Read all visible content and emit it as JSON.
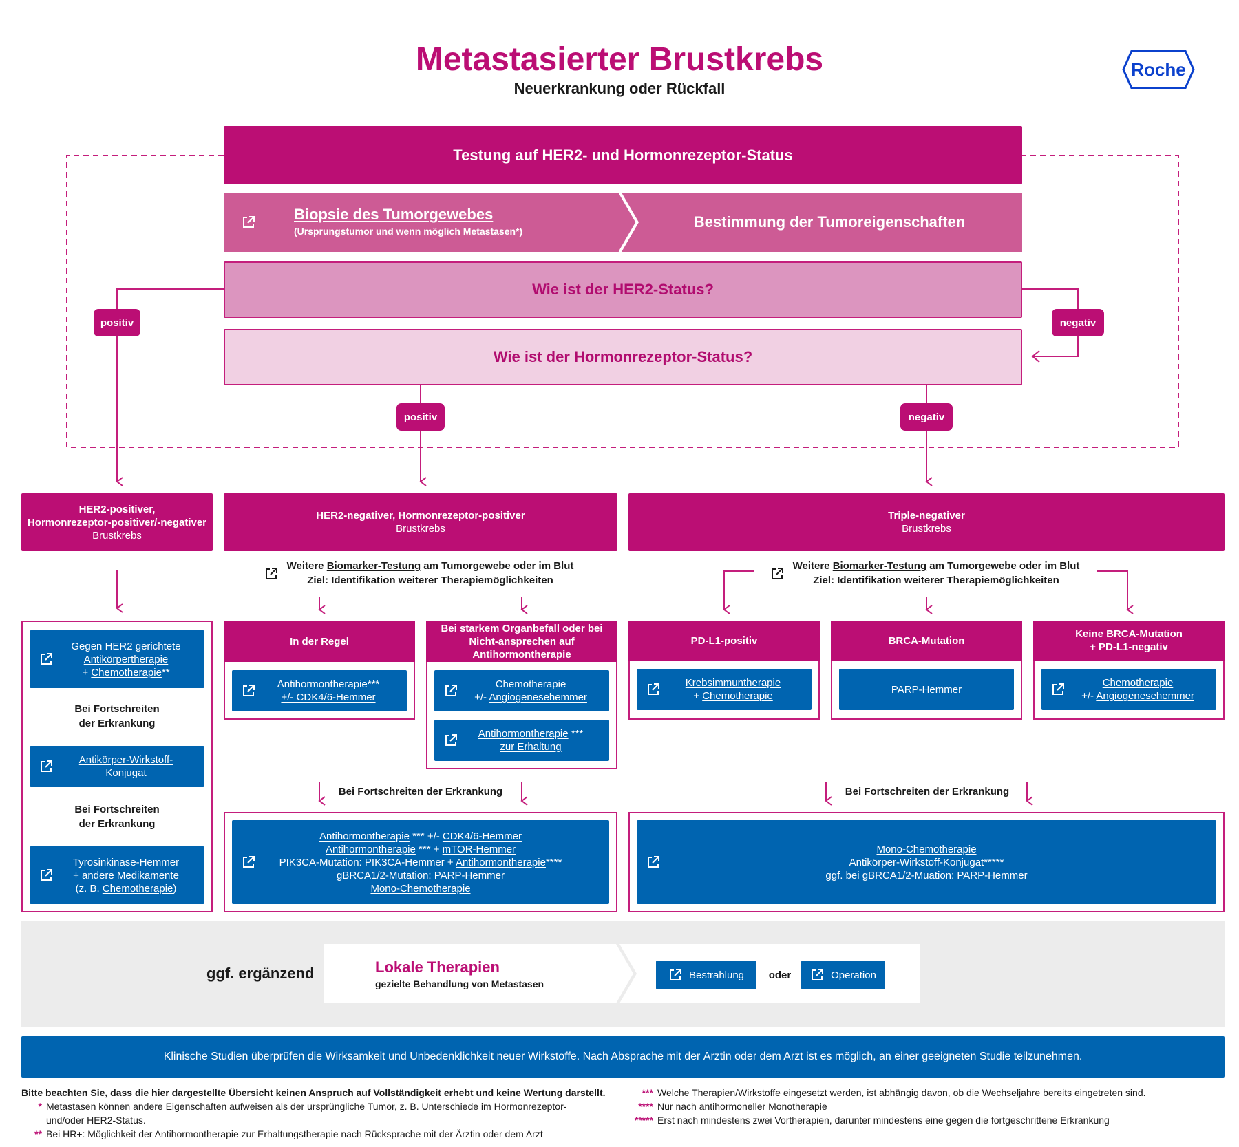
{
  "header": {
    "title": "Metastasierter Brustkrebs",
    "subtitle": "Neuerkrankung oder Rückfall",
    "logo": "Roche"
  },
  "colors": {
    "magenta": "#bb0e74",
    "blue": "#0064b0"
  },
  "testing": {
    "title": "Testung auf HER2- und Hormonrezeptor-Status",
    "biopsy_label": "Biopsie des Tumorgewebes",
    "biopsy_note": "(Ursprungstumor und wenn möglich Metastasen*)",
    "determination": "Bestimmung der Tumoreigenschaften",
    "her2_question": "Wie ist der HER2-Status?",
    "hr_question": "Wie ist der Hormonrezeptor-Status?",
    "positiv": "positiv",
    "negativ": "negativ"
  },
  "columns": {
    "her2pos": {
      "title": "HER2-positiver,",
      "title2": "Hormonrezeptor-positiver/-negativer",
      "sub": "Brustkrebs"
    },
    "hrpos": {
      "title": "HER2-negativer, Hormonrezeptor-positiver",
      "sub": "Brustkrebs"
    },
    "tnbc": {
      "title": "Triple-negativer",
      "sub": "Brustkrebs"
    }
  },
  "biomarker": {
    "pre": "Weitere",
    "link": "Biomarker-Testung",
    "post": "am Tumorgewebe oder im Blut",
    "goal": "Ziel: Identifikation weiterer Therapiemöglichkeiten"
  },
  "her2_path": {
    "t1_line1": "Gegen HER2 gerichtete",
    "t1_link": "Antikörpertherapie",
    "t1_plus": "+",
    "t1_link2": "Chemotherapie",
    "t1_stars": "**",
    "progress1": "Bei Fortschreiten",
    "progress2": "der Erkrankung",
    "t2_link": "Antikörper-Wirkstoff-",
    "t2_link2": "Konjugat",
    "t3_line1": "Tyrosinkinase-Hemmer",
    "t3_line2": "+ andere Medikamente",
    "t3_pre": "(z. B.",
    "t3_link": "Chemotherapie",
    "t3_post": ")"
  },
  "hr_path": {
    "regel_title": "In der Regel",
    "regel_link": "Antihormontherapie",
    "regel_stars": "***",
    "regel_link2": "+/- CDK4/6-Hemmer",
    "organ_title": "Bei starkem Organbefall oder bei Nicht-ansprechen auf Antihormontherapie",
    "organ_link": "Chemotherapie",
    "organ_pre": "+/-",
    "organ_link2": "Angiogenesehemmer",
    "erhalt_link": "Antihormontherapie",
    "erhalt_stars": "***",
    "erhalt_link2": "zur Erhaltung",
    "progress": "Bei Fortschreiten der Erkrankung",
    "l1a": "Antihormontherapie",
    "l1b": "***",
    "l1c": "+/-",
    "l1d": "CDK4/6-Hemmer",
    "l2a": "Antihormontherapie",
    "l2b": "*** +",
    "l2c": "mTOR-Hemmer",
    "l3a": "PIK3CA-Mutation: PIK3CA-Hemmer +",
    "l3b": "Antihormontherapie",
    "l3c": "****",
    "l4": "gBRCA1/2-Mutation: PARP-Hemmer",
    "l5": "Mono-Chemotherapie"
  },
  "tnbc_path": {
    "pdl1_title": "PD-L1-positiv",
    "pdl1_link": "Krebsimmuntherapie",
    "pdl1_plus": "+",
    "pdl1_link2": "Chemotherapie",
    "brca_title": "BRCA-Mutation",
    "brca_therapy": "PARP-Hemmer",
    "nobrca_title": "Keine BRCA-Mutation",
    "nobrca_title2": "+ PD-L1-negativ",
    "nobrca_link": "Chemotherapie",
    "nobrca_pre": "+/-",
    "nobrca_link2": "Angiogenesehemmer",
    "progress": "Bei Fortschreiten der Erkrankung",
    "l1": "Mono-Chemotherapie",
    "l2": "Antikörper-Wirkstoff-Konjugat*****",
    "l3": "ggf. bei gBRCA1/2-Muation: PARP-Hemmer"
  },
  "local": {
    "label": "ggf. ergänzend",
    "title": "Lokale Therapien",
    "subtitle": "gezielte Behandlung von Metastasen",
    "radiation": "Bestrahlung",
    "or": "oder",
    "surgery": "Operation"
  },
  "studies": "Klinische Studien überprüfen die Wirksamkeit und Unbedenklichkeit neuer Wirkstoffe. Nach Absprache mit der Ärztin oder dem Arzt ist es möglich, an einer geeigneten Studie teilzunehmen.",
  "footnotes": {
    "disclaimer": "Bitte beachten Sie, dass die hier dargestellte Übersicht keinen Anspruch auf Vollständigkeit erhebt und keine Wertung darstellt.",
    "f1_mark": "*",
    "f1": "Metastasen können andere Eigenschaften aufweisen als der ursprüngliche Tumor, z. B. Unterschiede im Hormonrezeptor-",
    "f1b": "und/oder HER2-Status.",
    "f2_mark": "**",
    "f2": "Bei HR+: Möglichkeit der Antihormontherapie zur Erhaltungstherapie nach Rücksprache mit der Ärztin oder dem Arzt",
    "f3_mark": "***",
    "f3": "Welche Therapien/Wirkstoffe eingesetzt werden, ist abhängig davon, ob die Wechseljahre bereits eingetreten sind.",
    "f4_mark": "****",
    "f4": "Nur nach antihormoneller Monotherapie",
    "f5_mark": "*****",
    "f5": "Erst nach mindestens zwei Vortherapien, darunter mindestens eine gegen die fortgeschrittene Erkrankung"
  }
}
